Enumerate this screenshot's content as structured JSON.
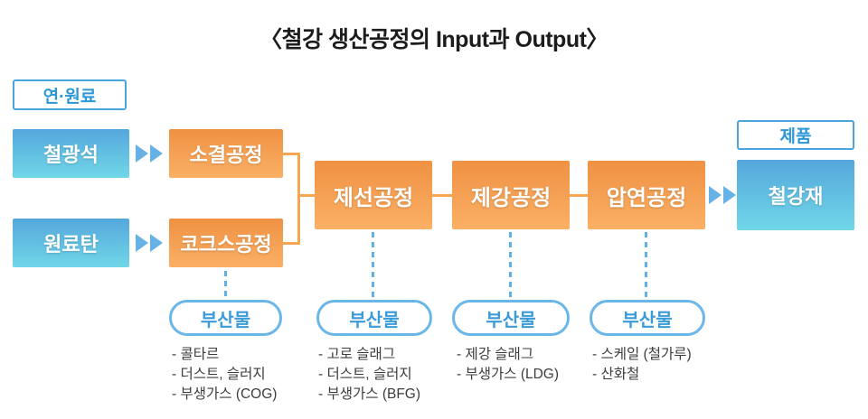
{
  "title": "〈철강 생산공정의 Input과 Output〉",
  "input_section": {
    "label": "연·원료",
    "items": [
      {
        "label": "철광석"
      },
      {
        "label": "원료탄"
      }
    ]
  },
  "processes": [
    {
      "label": "소결공정"
    },
    {
      "label": "코크스공정"
    },
    {
      "label": "제선공정"
    },
    {
      "label": "제강공정"
    },
    {
      "label": "압연공정"
    }
  ],
  "product_section": {
    "label": "제품",
    "item": "철강재"
  },
  "byproducts": [
    {
      "badge": "부산물",
      "items": [
        "- 콜타르",
        "- 더스트, 슬러지",
        "- 부생가스 (COG)"
      ]
    },
    {
      "badge": "부산물",
      "items": [
        "- 고로 슬래그",
        "- 더스트, 슬러지",
        "- 부생가스 (BFG)"
      ]
    },
    {
      "badge": "부산물",
      "items": [
        "- 제강 슬래그",
        "- 부생가스 (LDG)"
      ]
    },
    {
      "badge": "부산물",
      "items": [
        "- 스케일 (철가루)",
        "- 산화철"
      ]
    }
  ],
  "colors": {
    "blue_border": "#49a5dd",
    "blue_label_text": "#2b97d6",
    "blue_box_gradient_top": "#55a7dc",
    "blue_box_gradient_bottom": "#70d7e8",
    "orange_box_gradient_top": "#ef9143",
    "orange_box_gradient_bottom": "#fbb065",
    "connector_orange": "#f8a551",
    "dashed_line_blue": "#5fb1e6",
    "oval_border_blue": "#6ab6e8",
    "oval_text_blue": "#3b9ad8",
    "chevron_blue": "#68b1e5",
    "list_text": "#3c3c3c",
    "title_text": "#1c1c1c",
    "box_text": "#ffffff"
  }
}
